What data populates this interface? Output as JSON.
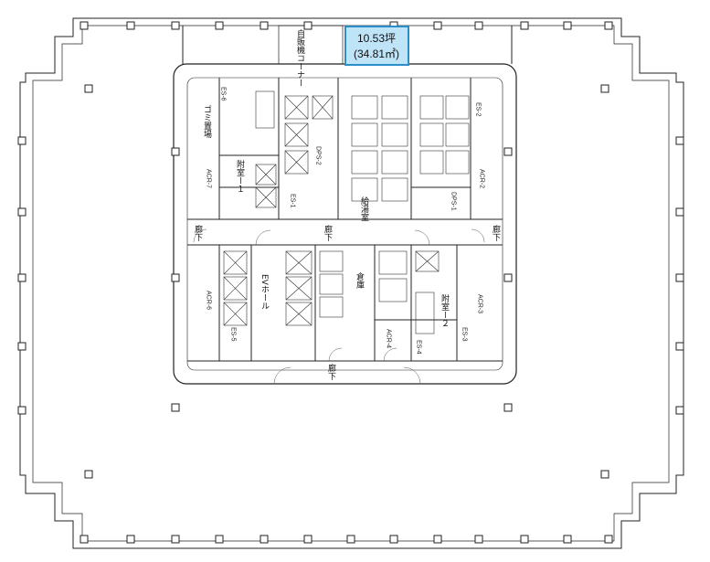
{
  "callout": {
    "area_tsubo": "10.53坪",
    "area_m2": "(34.81㎡)",
    "fill": "#bfe3f7",
    "stroke": "#2a8ec9"
  },
  "labels": {
    "auto_vending": "自販機コーナー",
    "trash": "ゴミ置場",
    "annex1": "附室ー１",
    "annex2": "附室ー２",
    "hall_left": "廊下",
    "hall_right": "廊下",
    "hall_mid": "廊下",
    "hall_bottom": "廊下",
    "elevator_hall": "EVホール",
    "warehouse": "倉庫",
    "kitchen": "給湯室",
    "acr7": "ACR-7",
    "acr6": "ACR-6",
    "acr2": "ACR-2",
    "acr4": "ACR-4",
    "acr3": "ACR-3",
    "es6": "ES-6",
    "es1": "ES-1",
    "es5": "ES-5",
    "es3": "ES-3",
    "es2": "ES-2",
    "es4": "ES-4",
    "dps1": "DPS-1",
    "dps2": "DPS-2"
  }
}
